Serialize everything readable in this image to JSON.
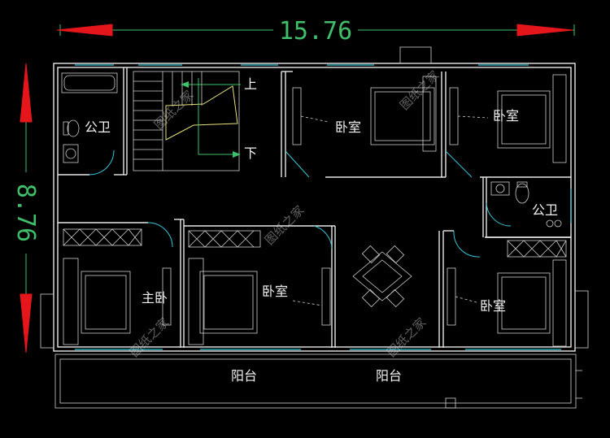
{
  "dimensions": {
    "width_label": "15.76",
    "height_label": "8.76"
  },
  "rooms": {
    "public_bath_top": "公卫",
    "stair_up": "上",
    "stair_down": "下",
    "bedroom_top_middle": "卧室",
    "bedroom_top_right": "卧室",
    "public_bath_right": "公卫",
    "master_bedroom": "主卧",
    "bedroom_bottom_middle": "卧室",
    "bedroom_bottom_right": "卧室",
    "balcony_left": "阳台",
    "balcony_right": "阳台"
  },
  "watermark": "图纸之家",
  "colors": {
    "dimension_arrow": "#e4161b",
    "dimension_line": "#3fbf6a",
    "wall": "#e8e8e8",
    "window": "#35c8d8"
  }
}
